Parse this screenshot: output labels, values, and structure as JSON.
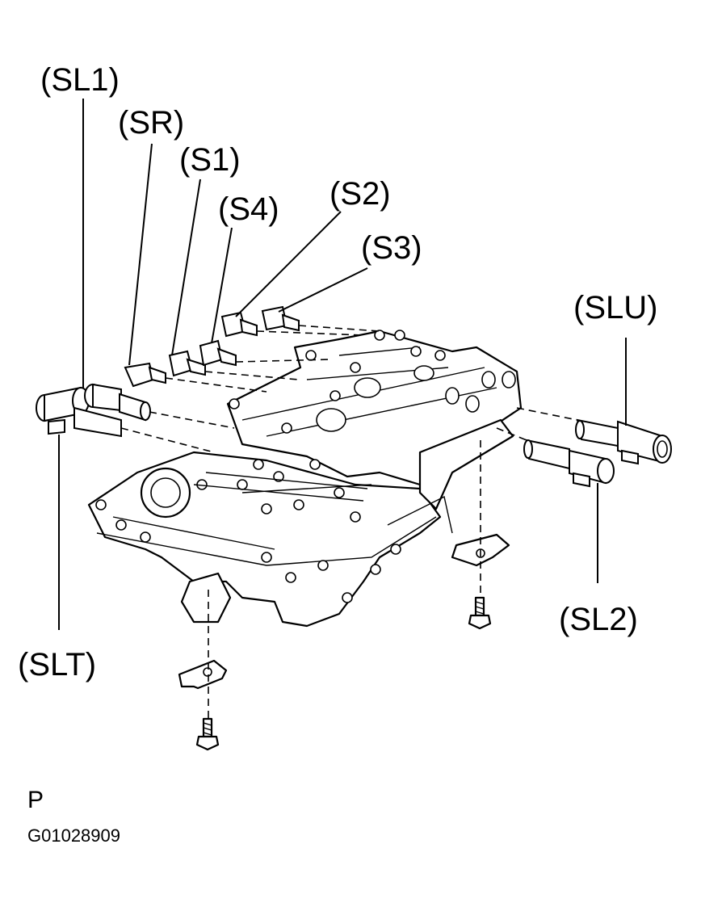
{
  "labels": {
    "sl1": "(SL1)",
    "sr": "(SR)",
    "s1": "(S1)",
    "s4": "(S4)",
    "s2": "(S2)",
    "s3": "(S3)",
    "slu": "(SLU)",
    "sl2": "(SL2)",
    "slt": "(SLT)"
  },
  "footer": {
    "view_letter": "P",
    "figure_code": "G01028909"
  }
}
